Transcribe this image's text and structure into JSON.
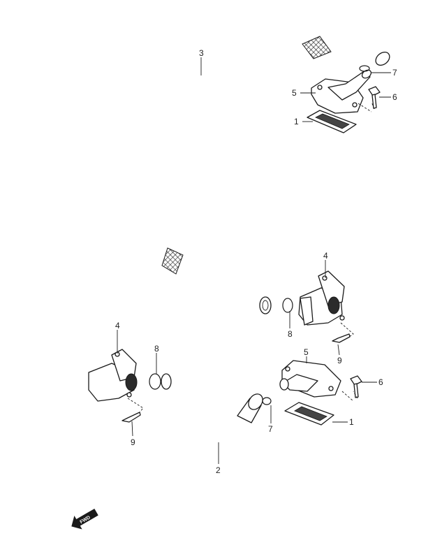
{
  "callouts": {
    "c1a": "1",
    "c1b": "1",
    "c2": "2",
    "c3": "3",
    "c4a": "4",
    "c4b": "4",
    "c5a": "5",
    "c5b": "5",
    "c6a": "6",
    "c6b": "6",
    "c7a": "7",
    "c7b": "7",
    "c8a": "8",
    "c8b": "8",
    "c9a": "9",
    "c9b": "9"
  },
  "fwd_arrow": {
    "text": "FWD",
    "icon": "forward-arrow-icon"
  },
  "colors": {
    "line": "#1a1a1a",
    "background": "#ffffff"
  }
}
